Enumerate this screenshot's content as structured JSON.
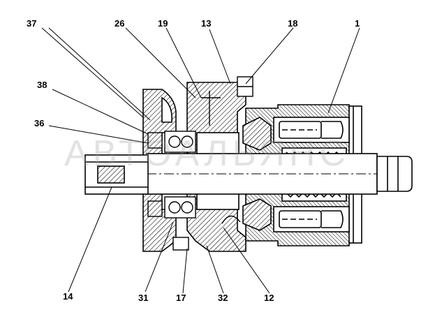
{
  "callouts": [
    "37",
    "26",
    "19",
    "13",
    "18",
    "1",
    "38",
    "36",
    "14",
    "31",
    "17",
    "32",
    "12"
  ],
  "watermark": "АВТОАЛЬЯНС",
  "colors": {
    "line": "#000000",
    "hatch": "#000000",
    "fill": "#ffffff",
    "watermark": "#969696"
  }
}
